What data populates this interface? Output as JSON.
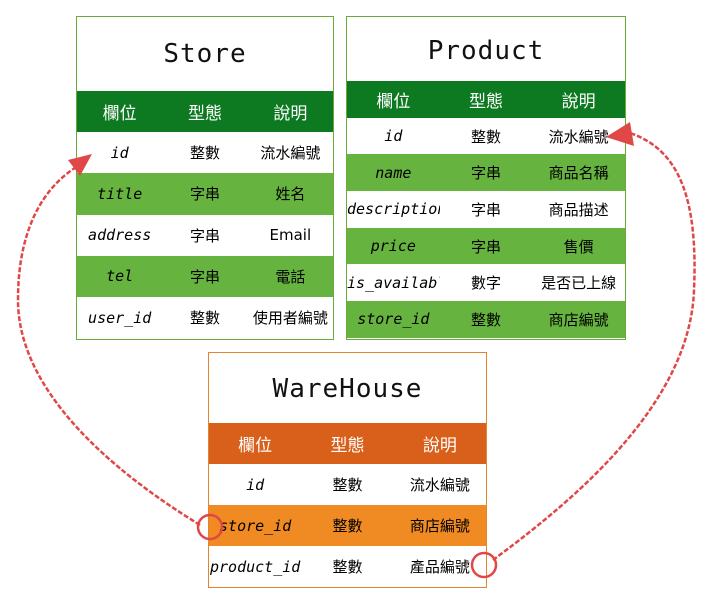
{
  "headers": [
    "欄位",
    "型態",
    "說明"
  ],
  "tables": {
    "store": {
      "title": "Store",
      "rows": [
        [
          "id",
          "整數",
          "流水編號"
        ],
        [
          "title",
          "字串",
          "姓名"
        ],
        [
          "address",
          "字串",
          "Email"
        ],
        [
          "tel",
          "字串",
          "電話"
        ],
        [
          "user_id",
          "整數",
          "使用者編號"
        ]
      ]
    },
    "product": {
      "title": "Product",
      "rows": [
        [
          "id",
          "整數",
          "流水編號"
        ],
        [
          "name",
          "字串",
          "商品名稱"
        ],
        [
          "description",
          "字串",
          "商品描述"
        ],
        [
          "price",
          "字串",
          "售價"
        ],
        [
          "is_available",
          "數字",
          "是否已上線"
        ],
        [
          "store_id",
          "整數",
          "商店編號"
        ]
      ]
    },
    "warehouse": {
      "title": "WareHouse",
      "rows": [
        [
          "id",
          "整數",
          "流水編號"
        ],
        [
          "store_id",
          "整數",
          "商店編號"
        ],
        [
          "product_id",
          "整數",
          "產品編號"
        ]
      ]
    }
  },
  "colors": {
    "green_header": "#0d7a21",
    "green_row": "#66b33f",
    "orange_header": "#d9601a",
    "orange_row": "#f08a22",
    "arrow": "#e04848"
  }
}
